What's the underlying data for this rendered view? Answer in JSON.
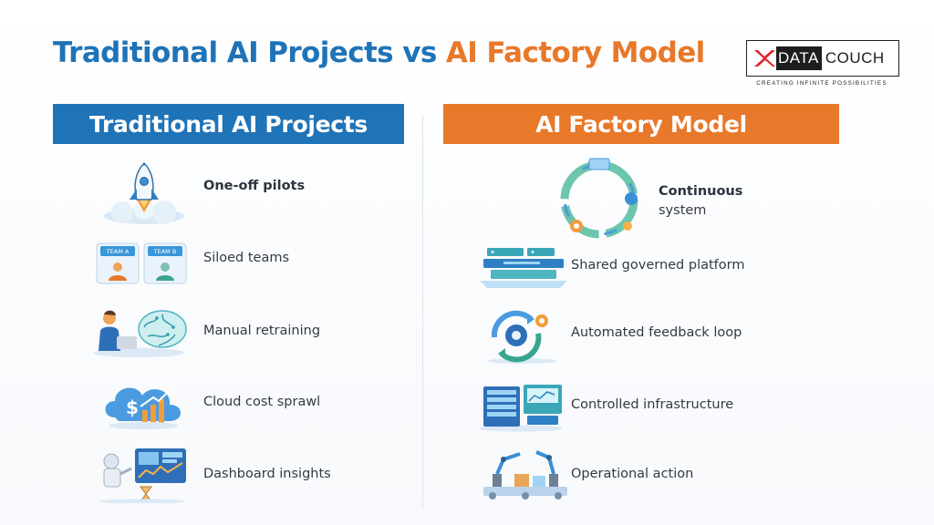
{
  "title": {
    "part1": "Traditional AI Projects vs",
    "part2": "AI Factory Model"
  },
  "logo": {
    "data": "DATA",
    "couch": "COUCH",
    "tagline": "CREATING INFINITE POSSIBILITIES"
  },
  "left": {
    "header": "Traditional AI Projects",
    "team_a": "TEAM A",
    "team_b": "TEAM B",
    "items": [
      {
        "label": "One-off pilots",
        "icon": "rocket-icon"
      },
      {
        "label": "Siloed teams",
        "icon": "teams-icon"
      },
      {
        "label": "Manual retraining",
        "icon": "person-brain-icon"
      },
      {
        "label": "Cloud cost sprawl",
        "icon": "cloud-cost-icon"
      },
      {
        "label": "Dashboard insights",
        "icon": "dashboard-icon"
      }
    ]
  },
  "right": {
    "header": "AI Factory Model",
    "items": [
      {
        "label": "Continuous",
        "label2": "system",
        "icon": "cycle-icon"
      },
      {
        "label": "Shared governed platform",
        "icon": "server-platform-icon"
      },
      {
        "label": "Automated feedback loop",
        "icon": "gear-loop-icon"
      },
      {
        "label": "Controlled infrastructure",
        "icon": "server-rack-icon"
      },
      {
        "label": "Operational action",
        "icon": "robot-arm-icon"
      }
    ]
  },
  "colors": {
    "blue": "#1f73b7",
    "orange": "#e8782a",
    "text": "#333a44"
  }
}
